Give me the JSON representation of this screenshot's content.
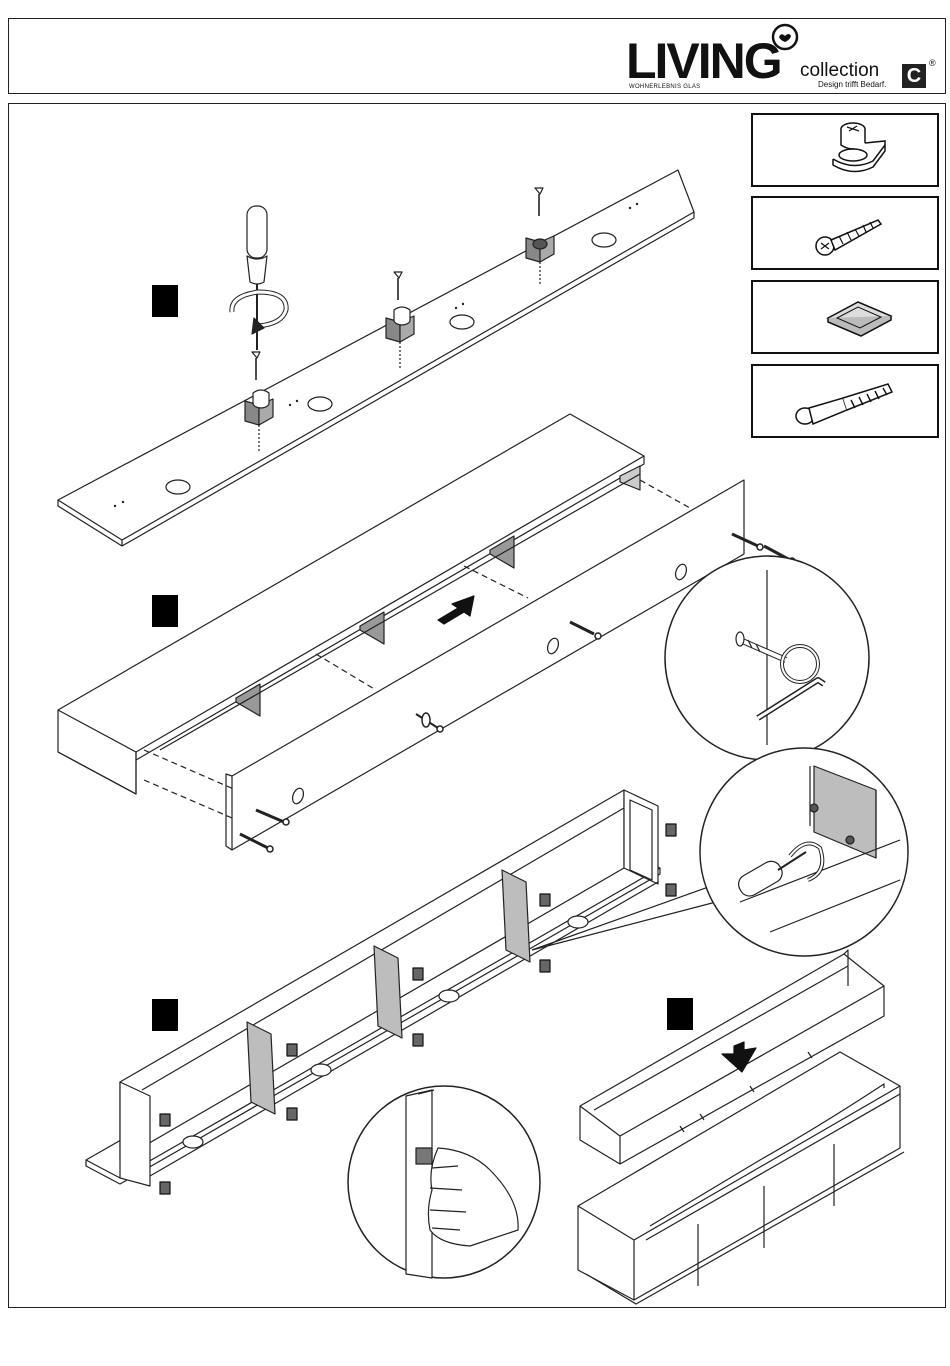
{
  "header": {
    "brand_name": "LIVING",
    "brand_tagline": "WOHNERLEBNIS GLAS",
    "collection_text": "collection",
    "collection_tagline": "Design trifft Bedarf.",
    "collection_letter": "C",
    "registered_mark": "®"
  },
  "parts": [
    {
      "icon": "cam-lock-connector-icon"
    },
    {
      "icon": "wood-screw-icon"
    },
    {
      "icon": "felt-pad-icon"
    },
    {
      "icon": "connector-bolt-icon"
    }
  ],
  "steps": [
    {
      "icon": "step-1-marker"
    },
    {
      "icon": "step-2-marker"
    },
    {
      "icon": "step-3-marker"
    },
    {
      "icon": "step-4-marker"
    }
  ],
  "colors": {
    "line": "#222222",
    "panel_gray": "#bdbdbd",
    "dark_gray": "#555555"
  }
}
